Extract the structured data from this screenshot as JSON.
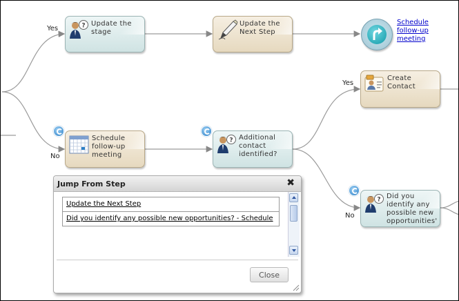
{
  "flow": {
    "branches": {
      "yes_top": "Yes",
      "no_mid": "No",
      "yes_right": "Yes",
      "no_right": "No"
    },
    "nodes": {
      "update_stage": "Update the stage",
      "update_next_step": "Update the Next Step",
      "schedule_link": "Schedule follow-up meeting",
      "create_contact": "Create Contact",
      "schedule_meeting": "Schedule follow-up meeting",
      "additional_contact": "Additional contact identified?",
      "opportunities": "Did you identify any possible new opportunities'"
    }
  },
  "dialog": {
    "title": "Jump From Step",
    "close_glyph": "✖",
    "items": [
      "Update the Next Step",
      "Did you identify any possible new opportunities? - Schedule"
    ],
    "close_button": "Close"
  },
  "icons": {
    "person": "person-question-icon",
    "pen": "pen-icon",
    "calendar": "calendar-icon",
    "contact_card": "contact-card-icon",
    "recycle": "step-recycle-icon",
    "schedule_arrow": "schedule-arrow-icon"
  }
}
